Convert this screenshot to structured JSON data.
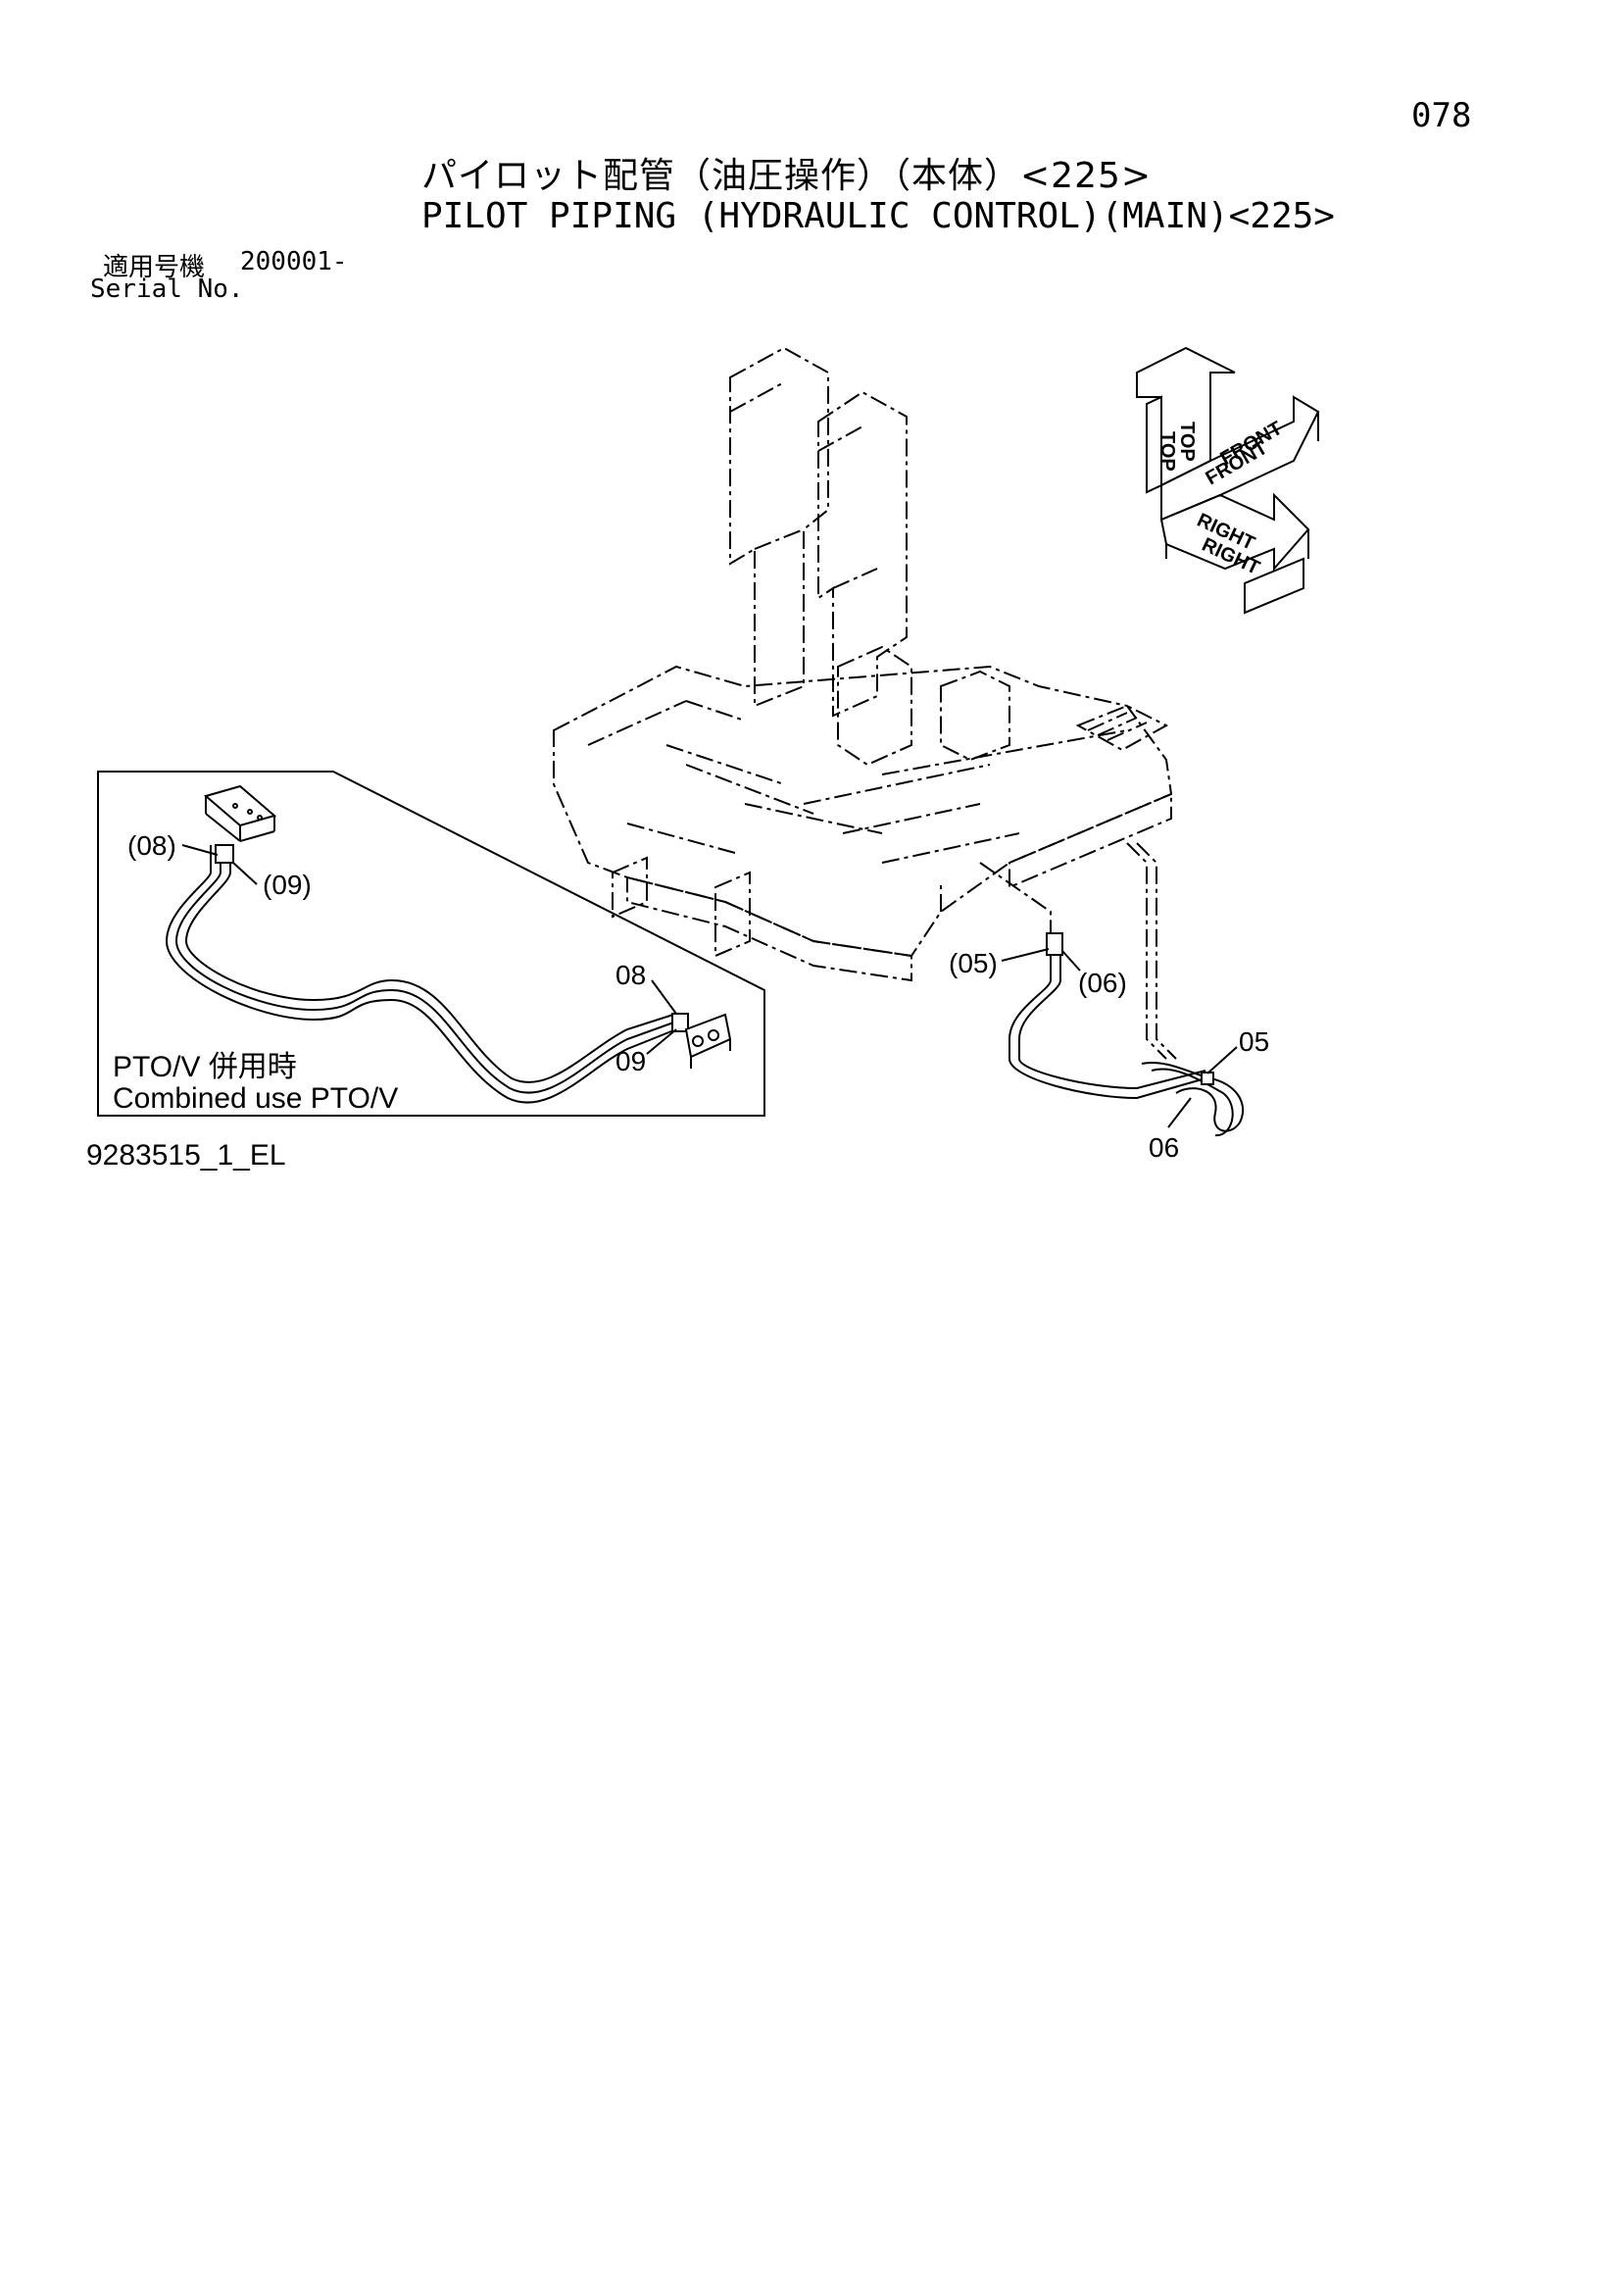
{
  "page_number": "078",
  "title": {
    "japanese": "パイロット配管（油圧操作）（本体）<225>",
    "english": "PILOT PIPING (HYDRAULIC CONTROL)(MAIN)<225>"
  },
  "serial": {
    "label_jp": "適用号機",
    "value": "200001-",
    "label_en": "Serial No."
  },
  "orientation_indicator": {
    "top": "TOP",
    "front": "FRONT",
    "right": "RIGHT"
  },
  "callouts": {
    "inset_08_paren": "(08)",
    "inset_09_paren": "(09)",
    "inset_08": "08",
    "inset_09": "09",
    "main_05_paren": "(05)",
    "main_06_paren": "(06)",
    "main_05": "05",
    "main_06": "06"
  },
  "inset_note": {
    "line1": "PTO/V 併用時",
    "line2": "Combined use PTO/V"
  },
  "drawing_code": "9283515_1_EL"
}
